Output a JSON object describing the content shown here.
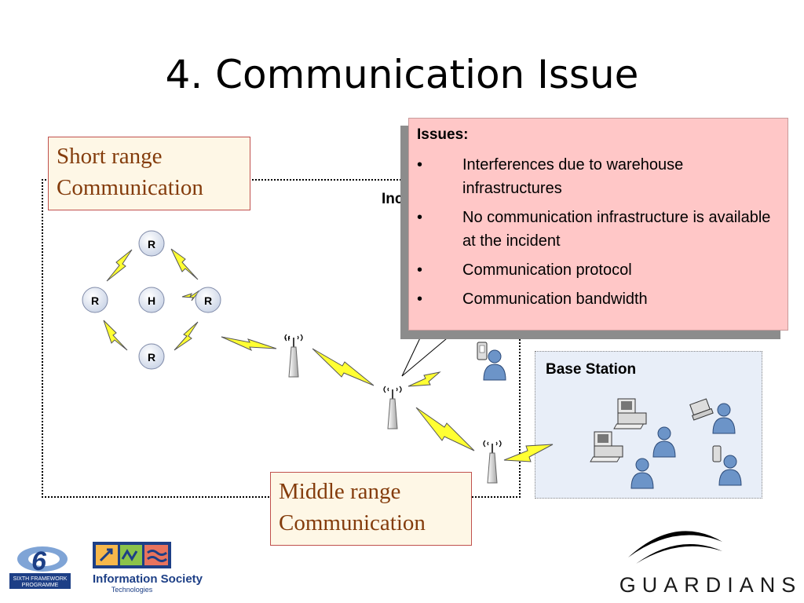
{
  "title": "4. Communication Issue",
  "short_range_label": "Short range\nCommunication",
  "middle_range_label": "Middle range\nCommunication",
  "incident_label": "Inc",
  "base_station_label": "Base Station",
  "issues": {
    "title": "Issues:",
    "bullet": "•",
    "items": [
      "Interferences due to warehouse infrastructures",
      "No communication infrastructure is available at the incident",
      "Communication protocol",
      "Communication bandwidth"
    ]
  },
  "nodes": {
    "top": "R",
    "left": "R",
    "center": "H",
    "right": "R",
    "bottom": "R"
  },
  "logos": {
    "sixth_framework": "SIXTH FRAMEWORK\nPROGRAMME",
    "info_society_main": "Information Society",
    "info_society_sub": "Technologies",
    "guardians": "GUARDIANS"
  }
}
